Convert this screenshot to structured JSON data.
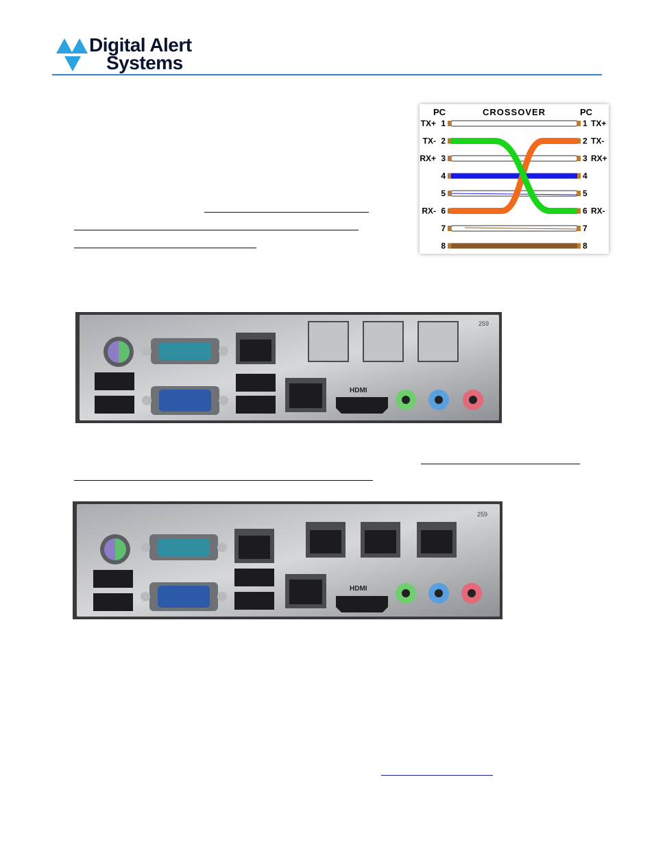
{
  "header": {
    "logo_line1": "Digital Alert",
    "logo_line2": "Systems",
    "accent_color": "#3c7fc9",
    "logo_icon": "triangle-logo-icon"
  },
  "crossover_diagram": {
    "left_title": "PC",
    "center_title": "CROSSOVER",
    "right_title": "PC",
    "left_pins": [
      {
        "label": "TX+",
        "num": "1"
      },
      {
        "label": "TX-",
        "num": "2"
      },
      {
        "label": "RX+",
        "num": "3"
      },
      {
        "label": "",
        "num": "4"
      },
      {
        "label": "",
        "num": "5"
      },
      {
        "label": "RX-",
        "num": "6"
      },
      {
        "label": "",
        "num": "7"
      },
      {
        "label": "",
        "num": "8"
      }
    ],
    "right_pins": [
      {
        "label": "TX+",
        "num": "1"
      },
      {
        "label": "TX-",
        "num": "2"
      },
      {
        "label": "RX+",
        "num": "3"
      },
      {
        "label": "",
        "num": "4"
      },
      {
        "label": "",
        "num": "5"
      },
      {
        "label": "RX-",
        "num": "6"
      },
      {
        "label": "",
        "num": "7"
      },
      {
        "label": "",
        "num": "8"
      }
    ],
    "colors": {
      "green": "#19d419",
      "orange": "#f26a1b",
      "blue": "#1a1ae6",
      "brown": "#8b5a2b"
    }
  },
  "panel_top": {
    "hdmi_label": "HDMI",
    "model_number": "259"
  },
  "panel_bottom": {
    "hdmi_label": "HDMI",
    "model_number": "259"
  }
}
